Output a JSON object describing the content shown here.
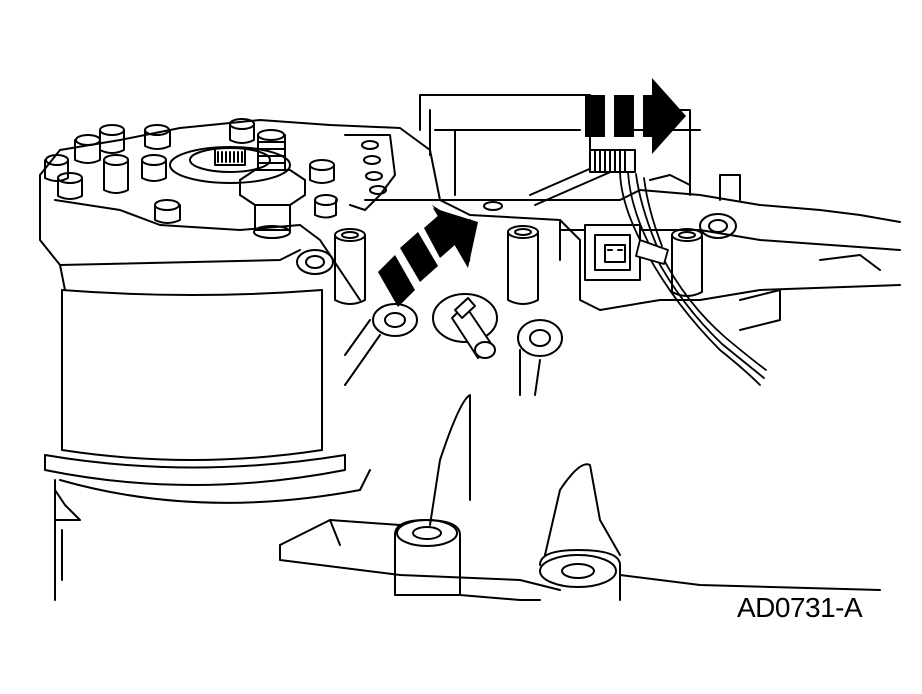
{
  "figure": {
    "id_label": "AD0731-A"
  },
  "illustration": {
    "subject": "transmission-housing-line-drawing",
    "ink_color": "#000000",
    "paper_color": "#ffffff"
  },
  "arrows": [
    {
      "name": "arrow-right-top",
      "direction": "right"
    },
    {
      "name": "arrow-up-right-center",
      "direction": "up-right"
    }
  ]
}
